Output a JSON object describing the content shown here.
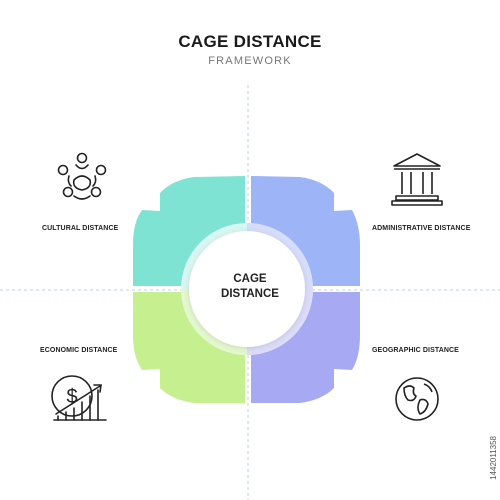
{
  "header": {
    "title": "CAGE DISTANCE",
    "subtitle": "FRAMEWORK"
  },
  "center": {
    "line1": "CAGE",
    "line2": "DISTANCE"
  },
  "segments": [
    {
      "label": "CULTURAL DISTANCE",
      "icon": "people-circle-icon",
      "color": "#7fe3d3"
    },
    {
      "label": "ADMINISTRATIVE DISTANCE",
      "icon": "government-building-icon",
      "color": "#9db4f7"
    },
    {
      "label": "ECONOMIC DISTANCE",
      "icon": "dollar-growth-chart-icon",
      "color": "#c6f08f"
    },
    {
      "label": "GEOGRAPHIC DISTANCE",
      "icon": "globe-icon",
      "color": "#a7a9f2"
    }
  ],
  "watermark": "1442011358"
}
